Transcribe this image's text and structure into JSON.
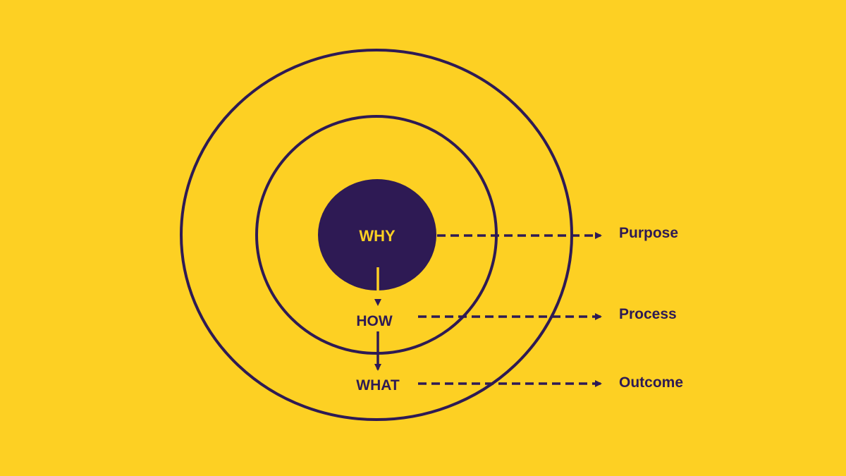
{
  "colors": {
    "background": "#FDD023",
    "ink": "#2E1A54",
    "core_text": "#FDD023"
  },
  "circles": {
    "core_label": "WHY",
    "middle_label": "HOW",
    "outer_label": "WHAT"
  },
  "outputs": {
    "why_output": "Purpose",
    "how_output": "Process",
    "what_output": "Outcome"
  }
}
